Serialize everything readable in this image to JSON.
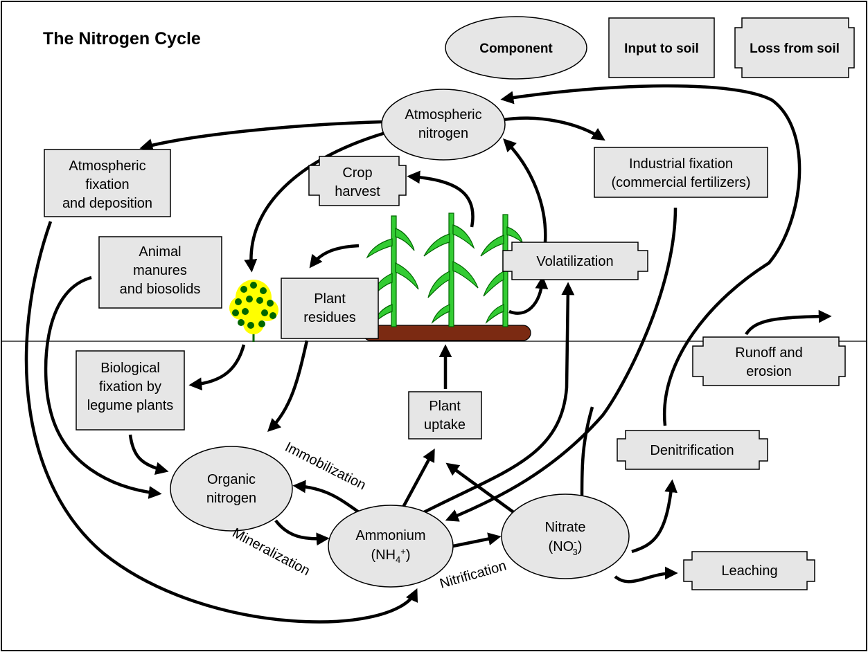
{
  "title": "The Nitrogen Cycle",
  "legend": {
    "component": "Component",
    "input": "Input to soil",
    "loss": "Loss from soil"
  },
  "nodes": {
    "atmospheric_n": [
      "Atmospheric",
      "nitrogen"
    ],
    "atm_fixation": [
      "Atmospheric",
      "fixation",
      "and deposition"
    ],
    "industrial": [
      "Industrial fixation",
      "(commercial fertilizers)"
    ],
    "crop_harvest": [
      "Crop",
      "harvest"
    ],
    "volatilization": [
      "Volatilization"
    ],
    "animal_manures": [
      "Animal",
      "manures",
      "and biosolids"
    ],
    "plant_residues": [
      "Plant",
      "residues"
    ],
    "biological": [
      "Biological",
      "fixation by",
      "legume plants"
    ],
    "plant_uptake": [
      "Plant",
      "uptake"
    ],
    "runoff": [
      "Runoff and",
      "erosion"
    ],
    "denitrification": [
      "Denitrification"
    ],
    "organic_n": [
      "Organic",
      "nitrogen"
    ],
    "ammonium": {
      "line1": "Ammonium",
      "base": "(NH",
      "sub": "4",
      "sup": "+",
      "close": ")"
    },
    "nitrate": {
      "line1": "Nitrate",
      "base": "(NO",
      "sub": "3",
      "sup": "-",
      "close": ")"
    },
    "leaching": [
      "Leaching"
    ]
  },
  "processes": {
    "immobilization": "Immobilization",
    "mineralization": "Mineralization",
    "nitrification": "Nitrification"
  },
  "colors": {
    "box_fill": "#e6e6e6",
    "leaf_green": "#33cc33",
    "soil_brown": "#7b2a12",
    "tree_yellow": "#ffff00"
  }
}
